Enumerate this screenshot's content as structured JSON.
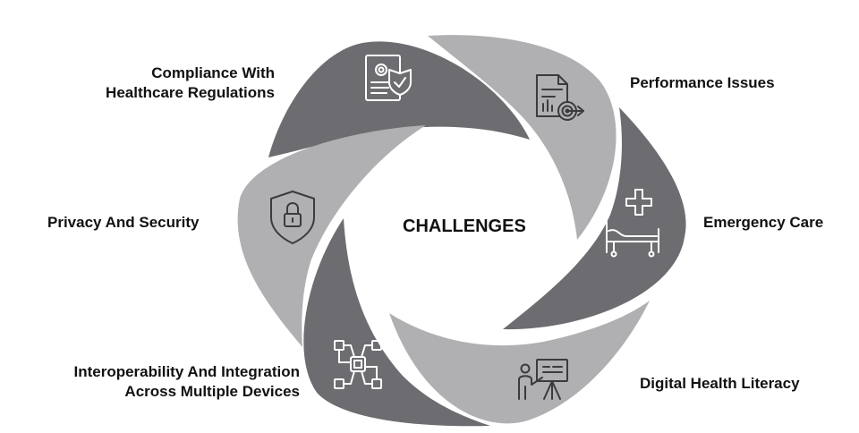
{
  "center": {
    "title": "CHALLENGES"
  },
  "colors": {
    "dark": "#6d6d71",
    "light": "#b0b0b3",
    "icon": "#ffffff",
    "text": "#111111"
  },
  "segments": [
    {
      "id": "compliance",
      "lines": [
        "Compliance With",
        "Healthcare Regulations"
      ],
      "shade": "dark",
      "icon": "certificate-shield-icon"
    },
    {
      "id": "performance",
      "lines": [
        "Performance Issues"
      ],
      "shade": "light",
      "icon": "report-target-icon"
    },
    {
      "id": "emergency",
      "lines": [
        "Emergency Care"
      ],
      "shade": "dark",
      "icon": "hospital-bed-cross-icon"
    },
    {
      "id": "literacy",
      "lines": [
        "Digital Health Literacy"
      ],
      "shade": "light",
      "icon": "presenter-board-icon"
    },
    {
      "id": "interop",
      "lines": [
        "Interoperability And Integration",
        "Across Multiple Devices"
      ],
      "shade": "dark",
      "icon": "circuit-network-icon"
    },
    {
      "id": "privacy",
      "lines": [
        "Privacy And Security"
      ],
      "shade": "light",
      "icon": "lock-shield-icon"
    }
  ]
}
